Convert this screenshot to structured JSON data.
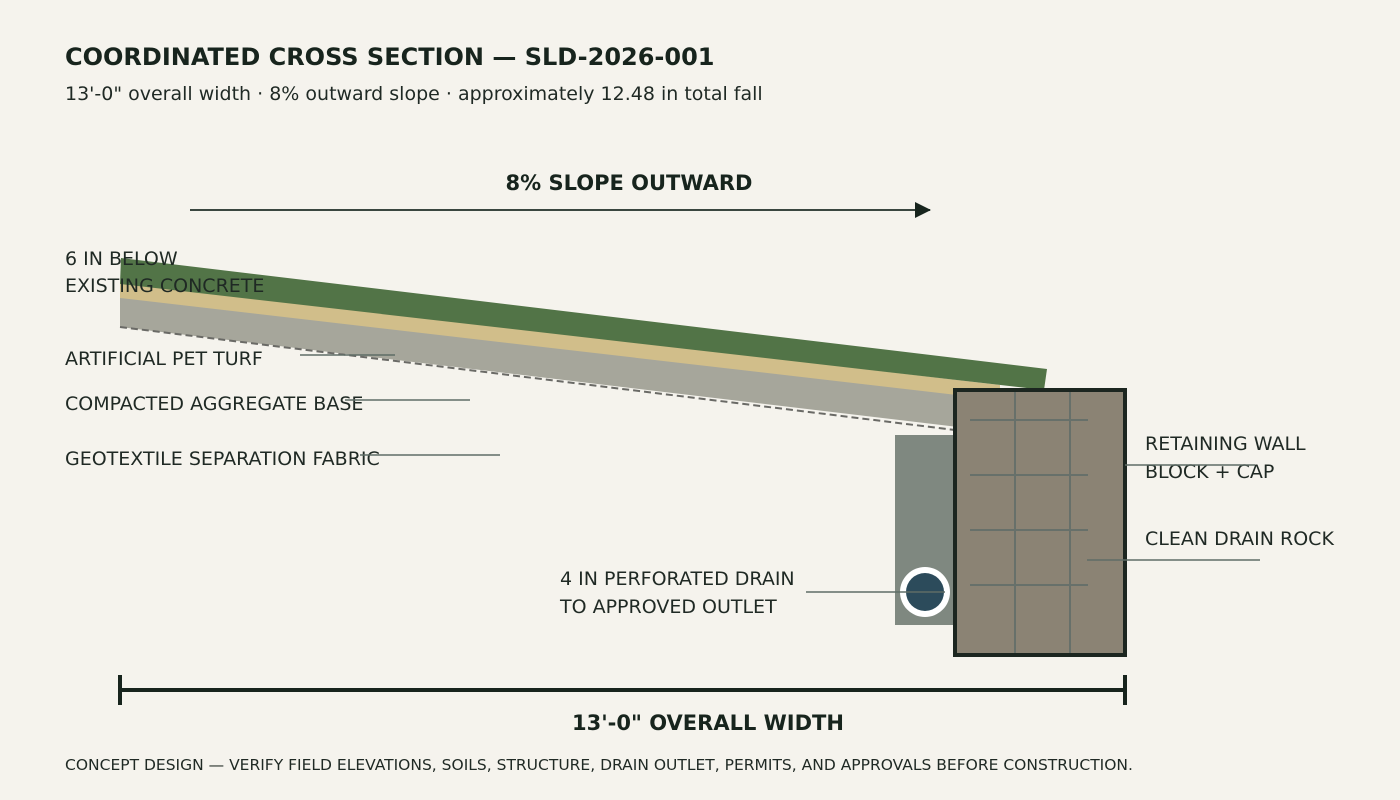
{
  "title": "COORDINATED CROSS SECTION — SLD-2026-001",
  "subtitle": "13'-0\" overall width · 8% outward slope · approximately 12.48 in total fall",
  "slope_label": "8% SLOPE OUTWARD",
  "labels": {
    "below_concrete_line1": "6 IN BELOW",
    "below_concrete_line2": "EXISTING CONCRETE",
    "turf": "ARTIFICIAL PET TURF",
    "aggregate": "COMPACTED AGGREGATE BASE",
    "geotextile": "GEOTEXTILE SEPARATION FABRIC",
    "drain_line1": "4 IN PERFORATED DRAIN",
    "drain_line2": "TO APPROVED OUTLET",
    "wall_line1": "RETAINING WALL",
    "wall_line2": "BLOCK + CAP",
    "drain_rock": "CLEAN DRAIN ROCK"
  },
  "dimension_label": "13'-0\" OVERALL WIDTH",
  "footnote": "CONCEPT DESIGN — VERIFY FIELD ELEVATIONS, SOILS, STRUCTURE, DRAIN OUTLET, PERMITS, AND APPROVALS BEFORE CONSTRUCTION.",
  "colors": {
    "background": "#f5f3ed",
    "turf": "#527447",
    "sand": "#d1be8a",
    "aggregate": "#a6a69b",
    "drain_rock": "#7f8880",
    "wall_fill": "#8b8374",
    "wall_outline": "#1c2620",
    "pipe": "#2c4b5b",
    "ink": "#17241d"
  }
}
